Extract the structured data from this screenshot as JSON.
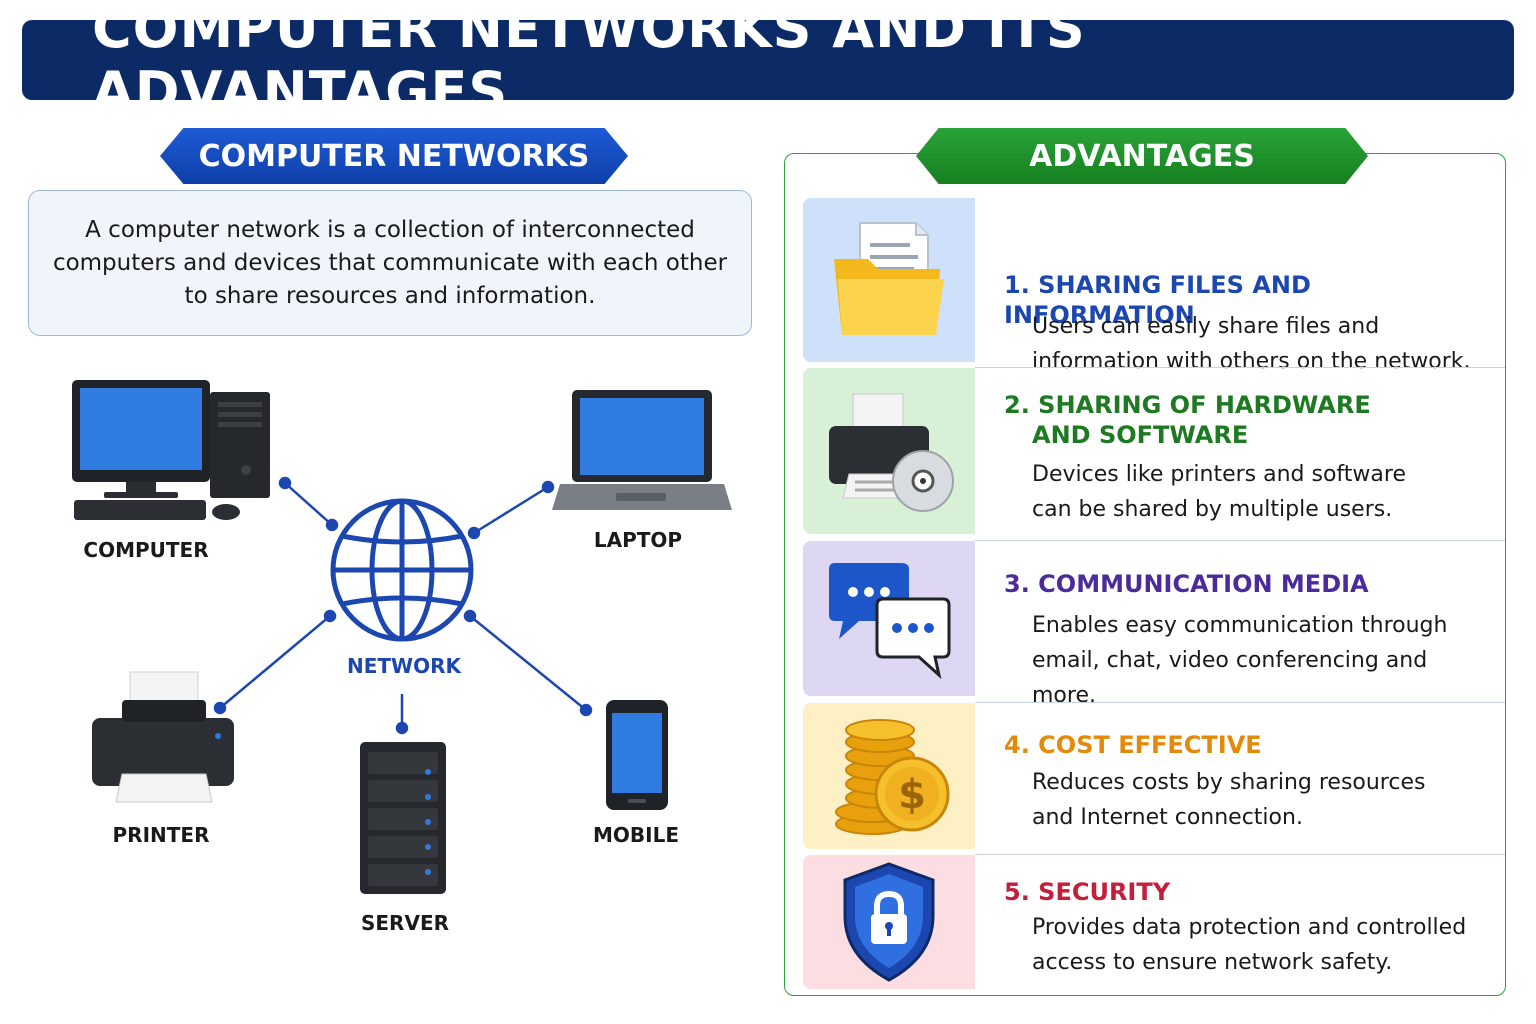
{
  "header": {
    "title": "COMPUTER NETWORKS AND ITS ADVANTAGES"
  },
  "left": {
    "ribbon": "COMPUTER NETWORKS",
    "description": "A computer network is a collection of interconnected computers and devices that communicate with each other to share resources and information.",
    "devices": {
      "computer": "COMPUTER",
      "laptop": "LAPTOP",
      "network": "NETWORK",
      "printer": "PRINTER",
      "server": "SERVER",
      "mobile": "MOBILE"
    }
  },
  "right": {
    "ribbon": "ADVANTAGES",
    "items": [
      {
        "title_line1": "1. SHARING FILES AND INFORMATION",
        "title_line2": "",
        "text_line1": "Users can easily share files and",
        "text_line2": "information with others on the network.",
        "color": "#1c47b0",
        "bg": "#cfe0fb",
        "icon": "folder-icon"
      },
      {
        "title_line1": "2. SHARING OF HARDWARE",
        "title_line2": "AND SOFTWARE",
        "text_line1": "Devices like printers and software",
        "text_line2": "can be shared by multiple users.",
        "color": "#1d7a22",
        "bg": "#d8f0d6",
        "icon": "printer-cd-icon"
      },
      {
        "title_line1": "3. COMMUNICATION MEDIA",
        "title_line2": "",
        "text_line1": "Enables easy communication through",
        "text_line2": "email, chat, video conferencing and more.",
        "color": "#4b2a9b",
        "bg": "#ddd7f3",
        "icon": "chat-icon"
      },
      {
        "title_line1": "4. COST EFFECTIVE",
        "title_line2": "",
        "text_line1": "Reduces costs by sharing resources",
        "text_line2": "and Internet connection.",
        "color": "#e38a0a",
        "bg": "#fdf0c4",
        "icon": "coins-icon"
      },
      {
        "title_line1": "5. SECURITY",
        "title_line2": "",
        "text_line1": "Provides data protection and controlled",
        "text_line2": "access to ensure network safety.",
        "color": "#c41e3a",
        "bg": "#fbdde2",
        "icon": "shield-lock-icon"
      }
    ]
  },
  "colors": {
    "navy": "#0b2a66",
    "blue": "#1c47b0",
    "green": "#2ba33a"
  }
}
